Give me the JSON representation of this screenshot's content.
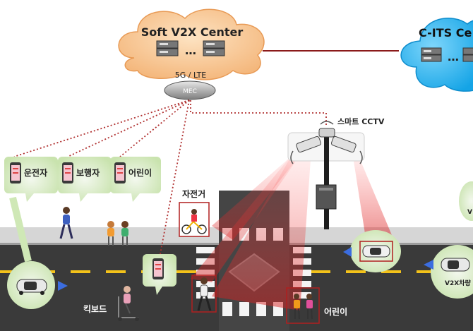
{
  "soft_center": {
    "title": "Soft V2X Center",
    "network": "5G / LTE",
    "mec": "MEC",
    "dots": "…"
  },
  "cits_center": {
    "title": "C-ITS Ce",
    "dots": "…"
  },
  "cctv": {
    "label": "스마트 CCTV"
  },
  "phones": [
    {
      "label": "운전자"
    },
    {
      "label": "보행자"
    },
    {
      "label": "어린이"
    }
  ],
  "labels": {
    "bicycle": "자전거",
    "kickboard": "킥보드",
    "child_crossing": "어린이",
    "v2x_vehicle": "V2X차량",
    "v2x_partial": "V"
  },
  "colors": {
    "cloud_orange": "#f7c28c",
    "cloud_blue": "#2bb6ee",
    "road": "#333333",
    "beam_red": "#e53935",
    "lane_yellow": "#f3c21a",
    "link_red": "#b03030",
    "phone_bubble": "#cfe8b6"
  },
  "icons": [
    "server-icon",
    "car-icon",
    "phone-icon",
    "cctv-camera-icon",
    "pedestrian-icon",
    "bicycle-icon",
    "kickboard-icon",
    "child-icon"
  ]
}
